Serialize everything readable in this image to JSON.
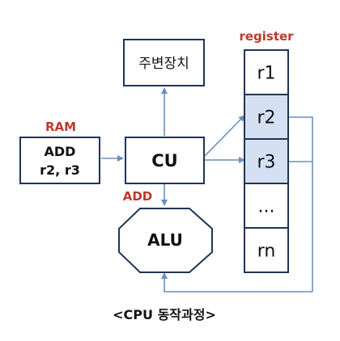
{
  "colors": {
    "outline": "#1f3556",
    "arrow": "#6a8fbc",
    "highlight_fill": "#d5e1f2",
    "label_red": "#c0392b",
    "text": "#111111"
  },
  "labels": {
    "register_title": "register",
    "ram_title": "RAM",
    "add_signal": "ADD",
    "caption": "<CPU 동작과정>"
  },
  "boxes": {
    "peripheral": "주변장치",
    "ram_line1": "ADD",
    "ram_line2": "r2, r3",
    "cu": "CU",
    "alu": "ALU"
  },
  "registers": [
    {
      "label": "r1",
      "highlighted": false
    },
    {
      "label": "r2",
      "highlighted": true
    },
    {
      "label": "r3",
      "highlighted": true
    },
    {
      "label": "...",
      "highlighted": false
    },
    {
      "label": "rn",
      "highlighted": false
    }
  ]
}
